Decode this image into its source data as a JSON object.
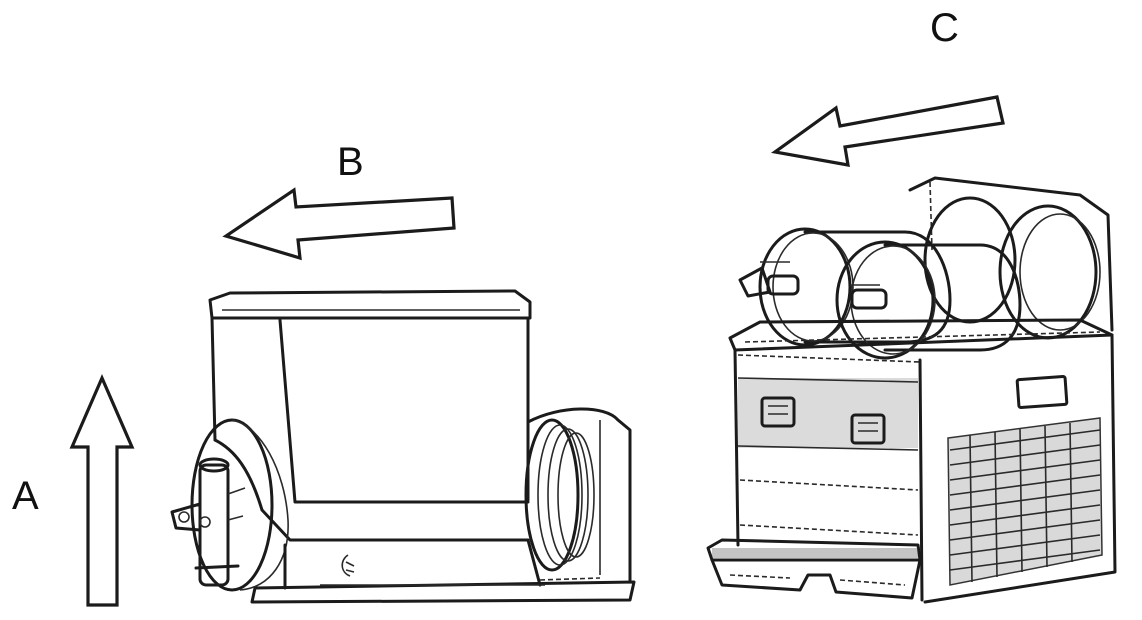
{
  "labels": {
    "a": "A",
    "b": "B",
    "c": "C"
  },
  "colors": {
    "line": "#1b1b1b",
    "background": "#ffffff",
    "grille": "#333333"
  },
  "icons": {
    "arrow_a": "arrow-up-icon",
    "arrow_b": "arrow-left-icon",
    "arrow_c": "arrow-left-icon"
  }
}
